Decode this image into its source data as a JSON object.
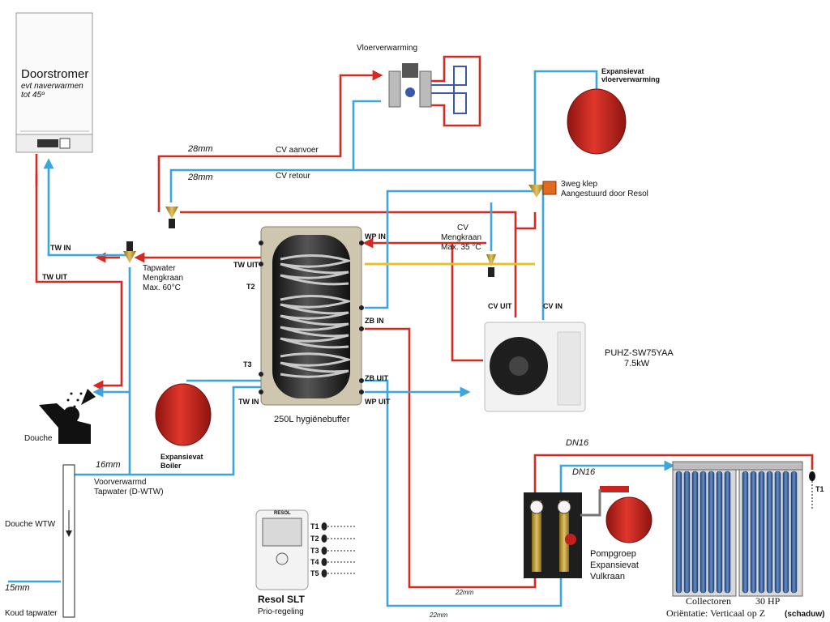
{
  "boiler": {
    "title": "Doorstromer",
    "sub1": "evt naverwarmen",
    "sub2": "tot 45º"
  },
  "underfloor": {
    "label": "Vloerverwarming"
  },
  "expansion_floor": {
    "line1": "Expansievat",
    "line2": "vloerverwarming"
  },
  "pipes": {
    "size_28a": "28mm",
    "cv_supply": "CV aanvoer",
    "size_28b": "28mm",
    "cv_return": "CV retour",
    "size_16": "16mm",
    "preheated1": "Voorverwarmd",
    "preheated2": "Tapwater (D-WTW)",
    "size_22a": "22mm",
    "size_22b": "22mm",
    "dn16a": "DN16",
    "dn16b": "DN16"
  },
  "valve3way": {
    "line1": "3weg klep",
    "line2": "Aangestuurd door Resol"
  },
  "cv_mixer": {
    "line1": "CV",
    "line2": "Mengkraan",
    "line3": "Max. 35 °C"
  },
  "tap_mixer": {
    "line1": "Tapwater",
    "line2": "Mengkraan",
    "line3": "Max. 60°C"
  },
  "ports": {
    "tw_in_left": "TW IN",
    "tw_uit_left": "TW UIT",
    "tw_uit_tank": "TW UIT",
    "tw_in_tank": "TW IN",
    "wp_in": "WP IN",
    "zb_in": "ZB IN",
    "zb_uit": "ZB UIT",
    "wp_uit": "WP UIT",
    "t2": "T2",
    "t3": "T3",
    "cv_uit": "CV UIT",
    "cv_in": "CV IN"
  },
  "tank": {
    "label": "250L hygiënebuffer"
  },
  "heatpump": {
    "model": "PUHZ-SW75YAA",
    "power": "7.5kW"
  },
  "expansion_boiler": {
    "line1": "Expansievat",
    "line2": "Boiler"
  },
  "shower": {
    "label": "Douche"
  },
  "wtw": {
    "label": "Douche WTW"
  },
  "cold": {
    "size": "15mm",
    "label": "Koud tapwater"
  },
  "controller": {
    "brand": "RESOL",
    "name": "Resol SLT",
    "sub": "Prio-regeling",
    "sensors": [
      "T1",
      "T2",
      "T3",
      "T4",
      "T5"
    ]
  },
  "pumpgroup": {
    "line1": "Pompgroep",
    "line2": "Expansievat",
    "line3": "Vulkraan"
  },
  "collectors": {
    "name": "Collectoren",
    "hp": "30 HP",
    "orientation": "Oriëntatie: Verticaal op Z",
    "shade": "(schaduw)",
    "t1": "T1"
  },
  "colors": {
    "hot": "#d42a22",
    "cold": "#3aa6dc",
    "yellow": "#e8c12a",
    "vessel": "#c8231e"
  }
}
